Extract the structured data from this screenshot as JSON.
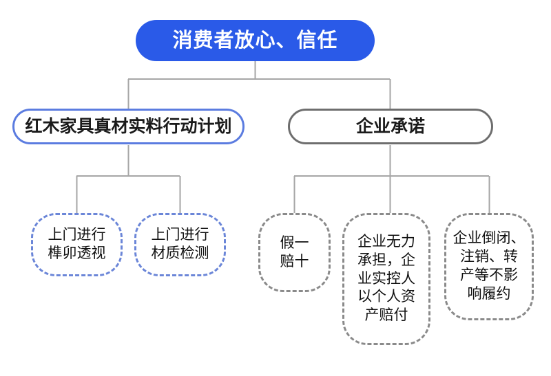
{
  "diagram": {
    "title_node": {
      "label": "消费者放心、信任",
      "fill_color": "#2a5ae8",
      "text_color": "#ffffff"
    },
    "branches": [
      {
        "label": "红木家具真材实料行动计划",
        "border_color": "#5b7ce0"
      },
      {
        "label": "企业承诺",
        "border_color": "#6e6e6e"
      }
    ],
    "leaves": [
      {
        "label": "上门进行\n榫卯透视",
        "border_color": "#6b86d8",
        "border_style": "dashed",
        "parent": "红木家具真材实料行动计划"
      },
      {
        "label": "上门进行\n材质检测",
        "border_color": "#6b86d8",
        "border_style": "dashed",
        "parent": "红木家具真材实料行动计划"
      },
      {
        "label": "假一\n赔十",
        "border_color": "#8a8a8a",
        "border_style": "dashed",
        "parent": "企业承诺"
      },
      {
        "label": "企业无力\n承担，企\n业实控人\n以个人资\n产赔付",
        "border_color": "#8a8a8a",
        "border_style": "dashed",
        "parent": "企业承诺"
      },
      {
        "label": "企业倒闭、\n注销、转\n产等不影\n响履约",
        "border_color": "#8a8a8a",
        "border_style": "dashed",
        "parent": "企业承诺"
      }
    ],
    "connector_color": "#a6a6a6"
  }
}
